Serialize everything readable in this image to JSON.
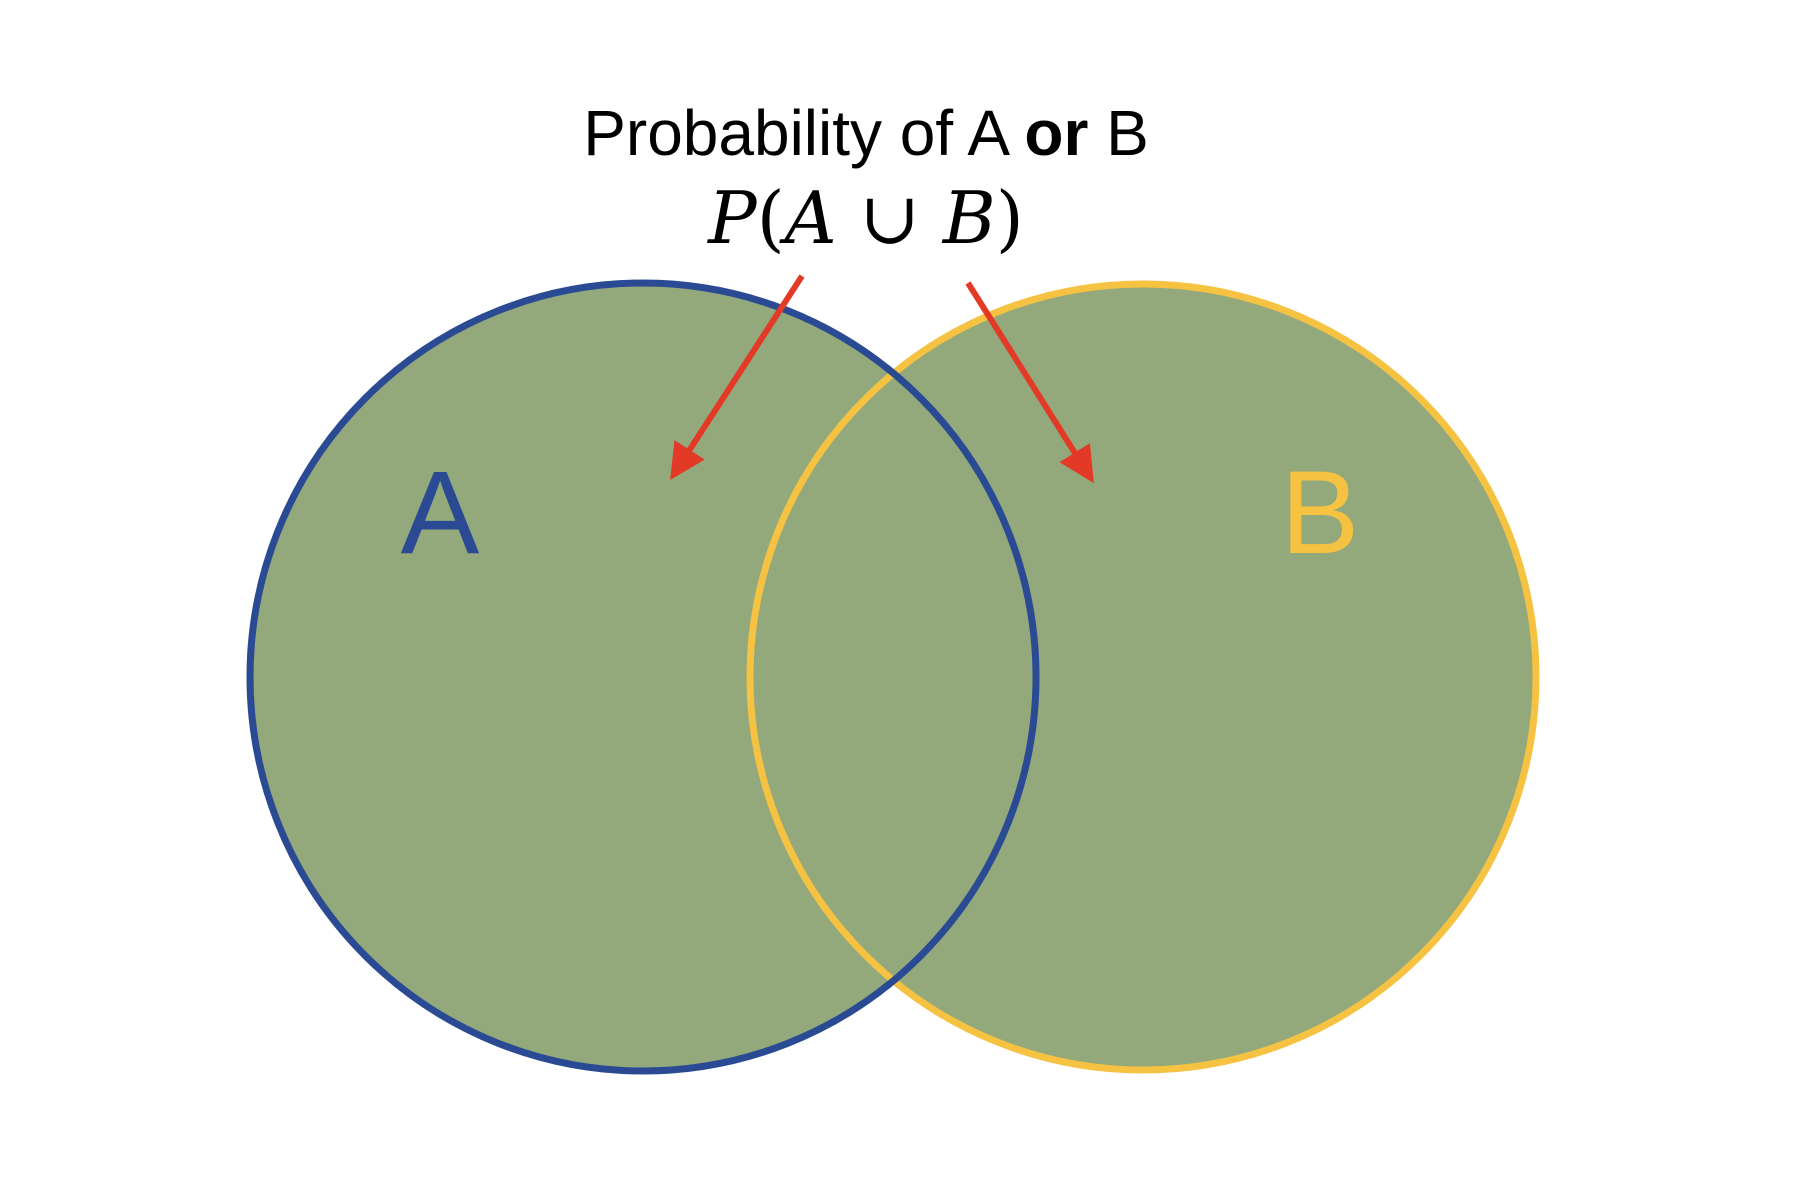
{
  "title": {
    "prefix": "Probability of A ",
    "emphasis": "or",
    "suffix": " B"
  },
  "formula": {
    "p": "P",
    "open": "(",
    "a": "A",
    "union": " ∪ ",
    "b": "B",
    "close": ")"
  },
  "sets": {
    "a": {
      "label": "A",
      "stroke_color": "#2a4b93",
      "label_color": "#2a4b93"
    },
    "b": {
      "label": "B",
      "stroke_color": "#f5c242",
      "label_color": "#f5c242"
    }
  },
  "fill_color": "#93a97c",
  "arrow_color": "#e33a28"
}
